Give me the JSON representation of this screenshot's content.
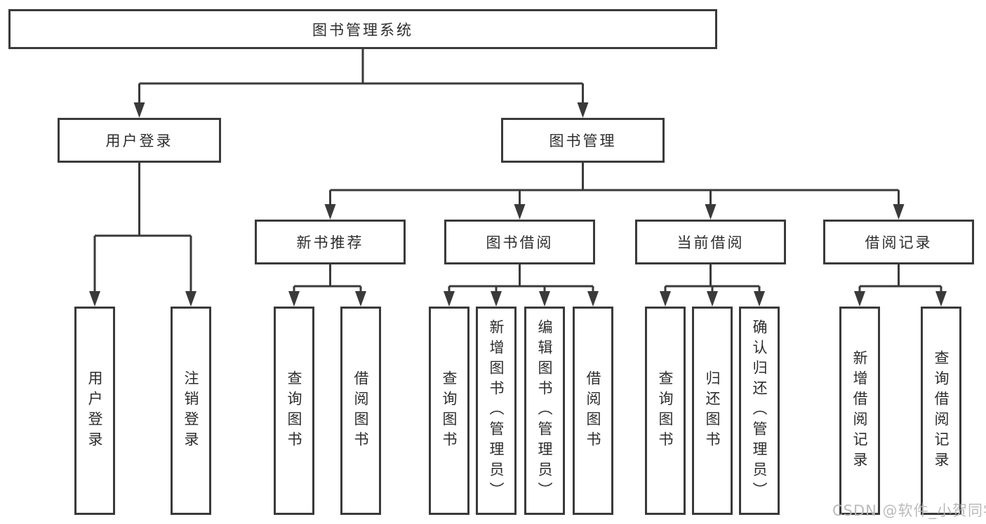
{
  "diagram": {
    "root": "图书管理系统",
    "level2": [
      "用户登录",
      "图书管理"
    ],
    "level3": [
      "新书推荐",
      "图书借阅",
      "当前借阅",
      "借阅记录"
    ],
    "leaves_user_login": [
      "用户登录",
      "注销登录"
    ],
    "leaves_new_book": [
      "查询图书",
      "借阅图书"
    ],
    "leaves_book_borrow": [
      "查询图书",
      "新增图书（管理员）",
      "编辑图书（管理员）",
      "借阅图书"
    ],
    "leaves_current_borrow": [
      "查询图书",
      "归还图书",
      "确认归还（管理员）"
    ],
    "leaves_borrow_record": [
      "新增借阅记录",
      "查询借阅记录"
    ]
  },
  "watermark": "CSDN @软件_小贺同学",
  "colors": {
    "line": "#3a3a3a",
    "box_border": "#3a3a3a",
    "text": "#2d2d2d",
    "background": "#ffffff",
    "watermark": "#b7b7b7"
  }
}
